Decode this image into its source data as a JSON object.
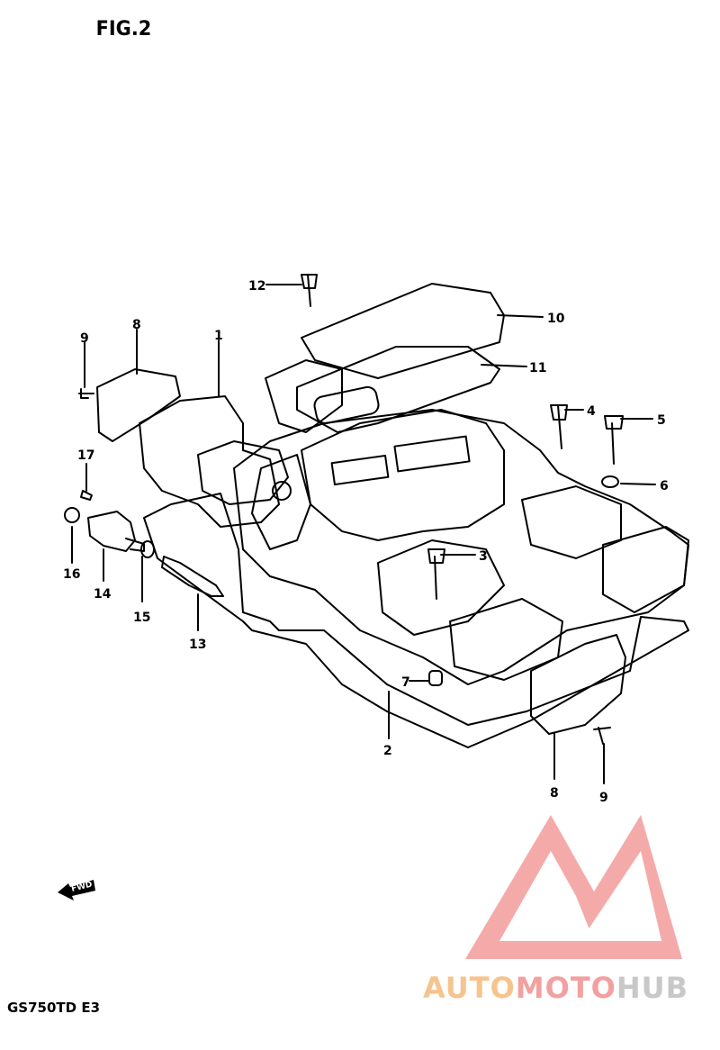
{
  "figure": {
    "title": "FIG.2",
    "model": "GS750TD E3",
    "forward_label": "FWD"
  },
  "callouts": [
    {
      "id": "c12",
      "label": "12"
    },
    {
      "id": "c10",
      "label": "10"
    },
    {
      "id": "c11",
      "label": "11"
    },
    {
      "id": "c9a",
      "label": "9"
    },
    {
      "id": "c8a",
      "label": "8"
    },
    {
      "id": "c1",
      "label": "1"
    },
    {
      "id": "c4",
      "label": "4"
    },
    {
      "id": "c5",
      "label": "5"
    },
    {
      "id": "c6",
      "label": "6"
    },
    {
      "id": "c17",
      "label": "17"
    },
    {
      "id": "c3",
      "label": "3"
    },
    {
      "id": "c16",
      "label": "16"
    },
    {
      "id": "c14",
      "label": "14"
    },
    {
      "id": "c15",
      "label": "15"
    },
    {
      "id": "c13",
      "label": "13"
    },
    {
      "id": "c7",
      "label": "7"
    },
    {
      "id": "c2",
      "label": "2"
    },
    {
      "id": "c8b",
      "label": "8"
    },
    {
      "id": "c9b",
      "label": "9"
    }
  ],
  "watermark": {
    "part1": "AUTO",
    "part2": "MOTO",
    "part3": "HUB",
    "colors": {
      "auto": "#f6c48e",
      "moto": "#f2a0a0",
      "hub": "#c8c8c8",
      "logo": "#f28e8e"
    }
  }
}
